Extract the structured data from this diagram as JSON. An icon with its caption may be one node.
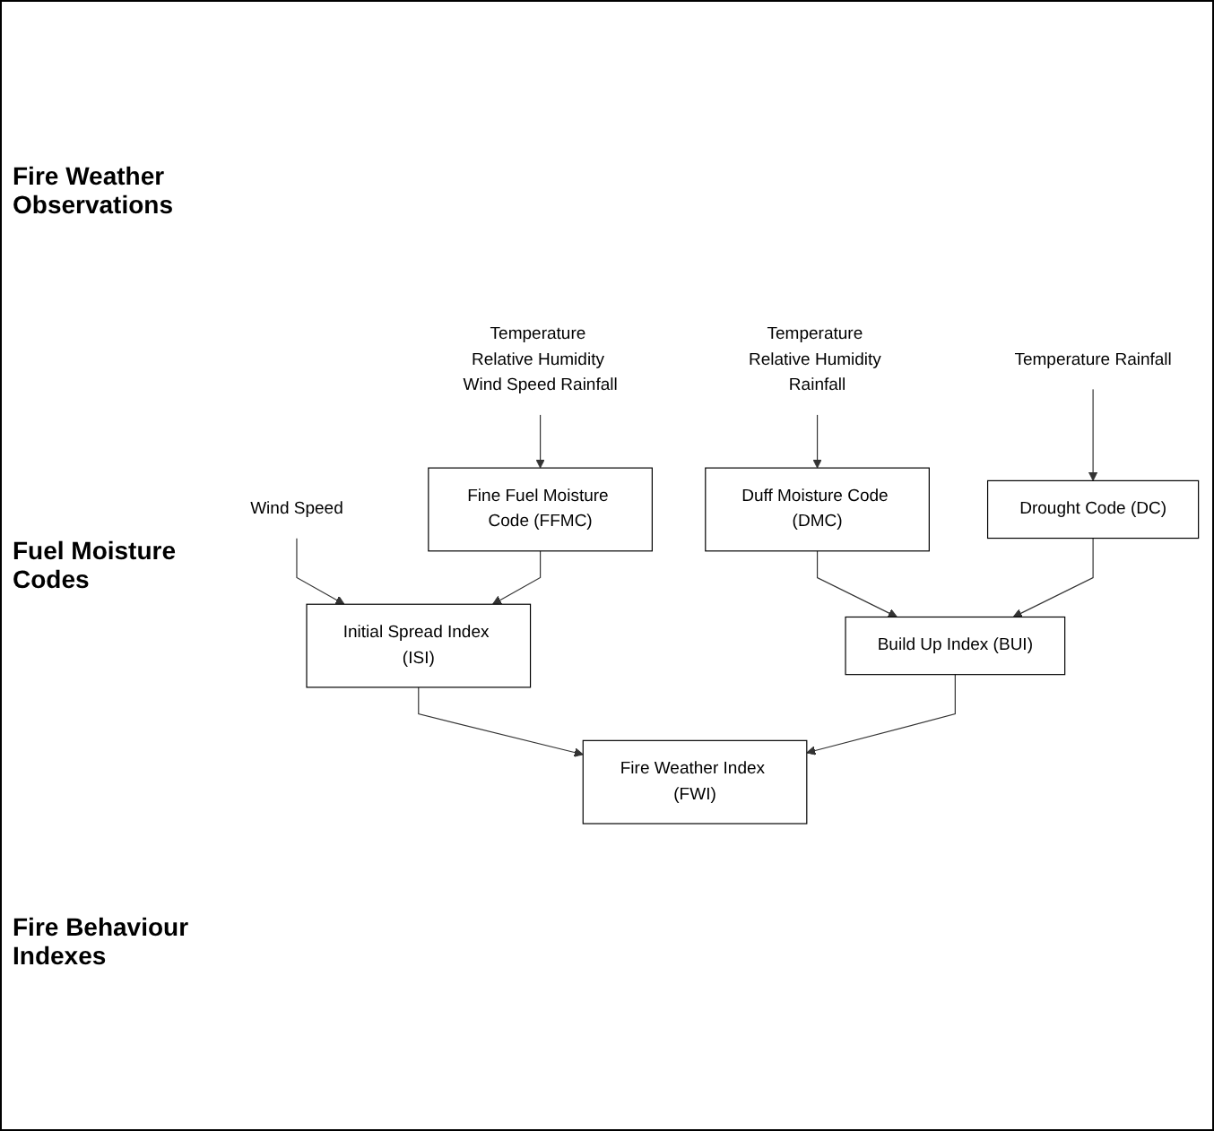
{
  "diagram": {
    "nodes": [
      {
        "text": [
          "Temperature Relative Humidity Wind Speed Rainfall"
        ]
      },
      {
        "text": [
          "Wind Speed"
        ]
      },
      {
        "text": [
          "Temperature Relative Humidity Rainfall"
        ]
      },
      {
        "text": [
          "Temperature Rainfall"
        ]
      },
      {
        "text": [
          "Fine Fuel Moisture Code (FFMC)"
        ]
      },
      {
        "text": [
          "Duff Moisture Code (DMC)"
        ]
      },
      {
        "text": [
          "Drought Code (DC)"
        ]
      },
      {
        "text": [
          "Initial Spread Index (ISI)"
        ]
      },
      {
        "text": [
          "Build Up Index (BUI)"
        ]
      },
      {
        "text": [
          "Fire Weather Index (FWI)"
        ]
      }
    ],
    "edges": [
      {
        "from": 0,
        "to": 4,
        "arrow": "to"
      },
      {
        "from": 2,
        "to": 5,
        "arrow": "to"
      },
      {
        "from": 3,
        "to": 6,
        "arrow": "to"
      },
      {
        "from": 1,
        "to": 7,
        "arrow": "to"
      },
      {
        "from": 4,
        "to": 7,
        "arrow": "to"
      },
      {
        "from": 5,
        "to": 8,
        "arrow": "to"
      },
      {
        "from": 6,
        "to": 8,
        "arrow": "to"
      },
      {
        "from": 7,
        "to": 9,
        "arrow": "to"
      },
      {
        "from": 8,
        "to": 9,
        "arrow": "to"
      }
    ],
    "labels": [
      "Fire Weather Observations",
      "Fuel Moisture Codes",
      "Fire Behaviour Indexes"
    ]
  }
}
